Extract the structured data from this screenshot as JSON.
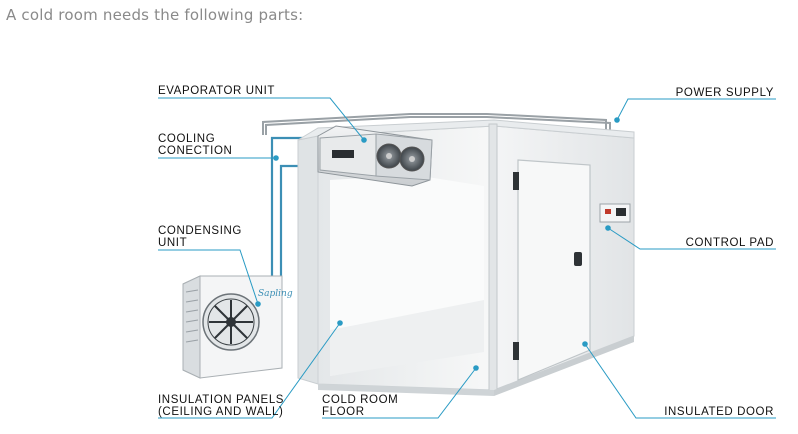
{
  "intro": "A cold room needs the following parts:",
  "labels": {
    "evaporator_unit": "EVAPORATOR UNIT",
    "cooling_connection_l1": "COOLING",
    "cooling_connection_l2": "CONECTION",
    "condensing_unit_l1": "CONDENSING",
    "condensing_unit_l2": "UNIT",
    "insulation_panels_l1": "INSULATION PANELS",
    "insulation_panels_l2": "(CEILING AND WALL)",
    "cold_room_floor_l1": "COLD ROOM",
    "cold_room_floor_l2": "FLOOR",
    "power_supply": "POWER SUPPLY",
    "control_pad": "CONTROL PAD",
    "insulated_door": "INSULATED DOOR"
  },
  "condenser_brand": "Sapling",
  "colors": {
    "leader": "#2a9bc4",
    "pipe": "#3c8fb5",
    "panel": "#eef0f1",
    "label": "#111111",
    "intro": "#8a8a8a"
  }
}
